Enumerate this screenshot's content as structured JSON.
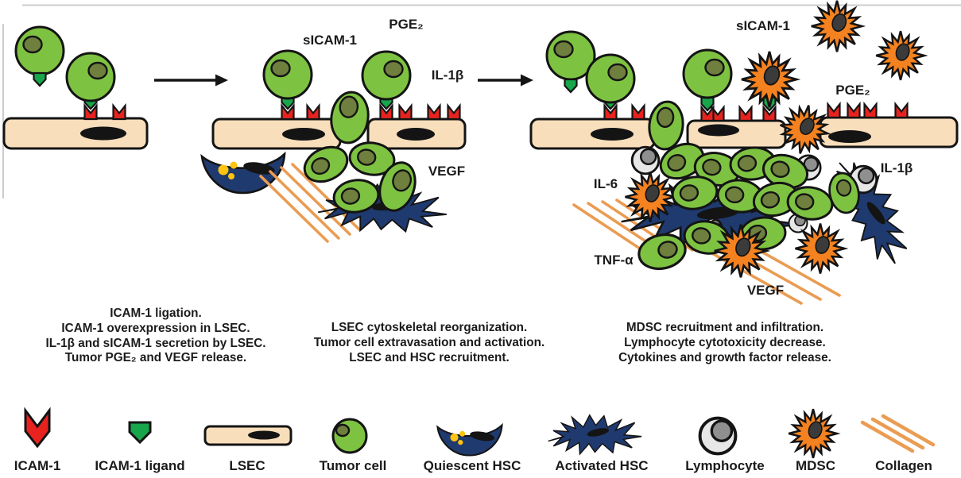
{
  "stage1": {
    "description": [
      "ICAM-1 ligation.",
      "ICAM-1 overexpression in LSEC.",
      "IL-1β and sICAM-1 secretion by LSEC.",
      "Tumor PGE₂ and VEGF release."
    ]
  },
  "stage2": {
    "labels": {
      "sicam1": "sICAM-1",
      "pge2": "PGE₂",
      "il1b": "IL-1β",
      "vegf": "VEGF"
    },
    "description": [
      "LSEC cytoskeletal reorganization.",
      "Tumor cell extravasation and activation.",
      "LSEC and HSC recruitment."
    ]
  },
  "stage3": {
    "labels": {
      "sicam1": "sICAM-1",
      "pge2": "PGE₂",
      "il1b": "IL-1β",
      "il6": "IL-6",
      "tnfa": "TNF-α",
      "vegf": "VEGF"
    },
    "description": [
      "MDSC recruitment and infiltration.",
      "Lymphocyte cytotoxicity decrease.",
      "Cytokines and growth factor release."
    ]
  },
  "legend": {
    "items": [
      {
        "label": "ICAM-1"
      },
      {
        "label": "ICAM-1 ligand"
      },
      {
        "label": "LSEC"
      },
      {
        "label": "Tumor cell"
      },
      {
        "label": "Quiescent HSC"
      },
      {
        "label": "Activated HSC"
      },
      {
        "label": "Lymphocyte"
      },
      {
        "label": "MDSC"
      },
      {
        "label": "Collagen"
      }
    ]
  },
  "colors": {
    "tumor_green": "#7ec241",
    "nucleus_olive": "#6e7f3e",
    "lsec_tan": "#f9debb",
    "icam_red": "#e8231f",
    "ligand_green": "#18a64c",
    "hsc_navy": "#1f3a6e",
    "mdsc_orange": "#f58220",
    "mdsc_nucleus": "#3b3b3b",
    "lymphocyte_gray": "#e7e7e7",
    "lymph_nucleus": "#8f8f8f",
    "collagen_orange": "#ea9c52",
    "droplet_yellow": "#ffc410",
    "outline": "#141414"
  }
}
